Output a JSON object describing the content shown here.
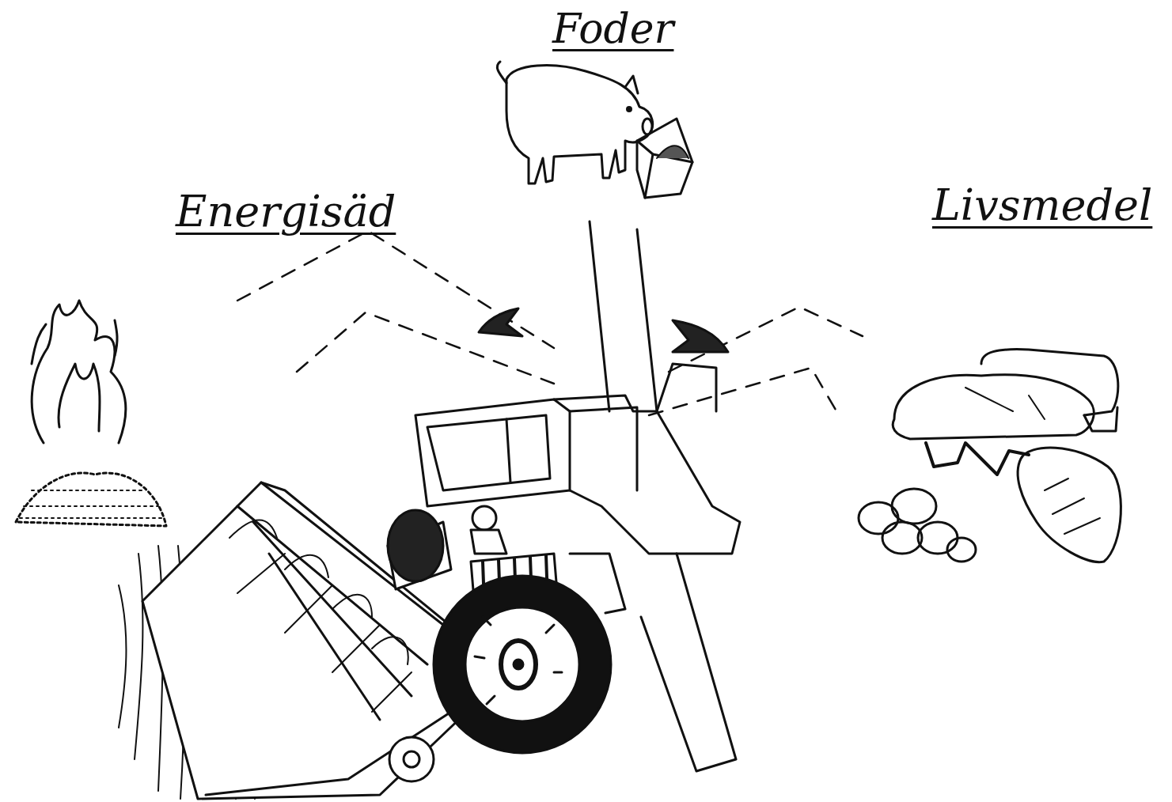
{
  "diagram": {
    "labels": [
      "Energisäd",
      "Foder",
      "Livsmedel"
    ]
  }
}
